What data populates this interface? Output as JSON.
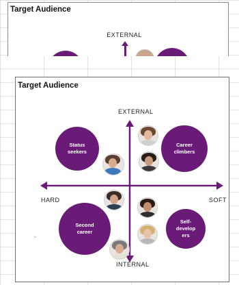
{
  "back_slide": {
    "title": "Target Audience",
    "top_label": "EXTERNAL"
  },
  "slide": {
    "title": "Target Audience",
    "axes": {
      "top": "EXTERNAL",
      "bottom": "INTERNAL",
      "left": "HARD",
      "right": "SOFT"
    },
    "segments": [
      {
        "label_line1": "Status",
        "label_line2": "seekers",
        "quadrant": "top-left"
      },
      {
        "label_line1": "Career",
        "label_line2": "climbers",
        "quadrant": "top-right"
      },
      {
        "label_line1": "Second",
        "label_line2": "career",
        "quadrant": "bottom-left"
      },
      {
        "label_line1": "Self-",
        "label_line2": "develop",
        "label_line3": "ers",
        "quadrant": "bottom-right"
      }
    ],
    "colors": {
      "accent": "#6a1b78"
    }
  }
}
